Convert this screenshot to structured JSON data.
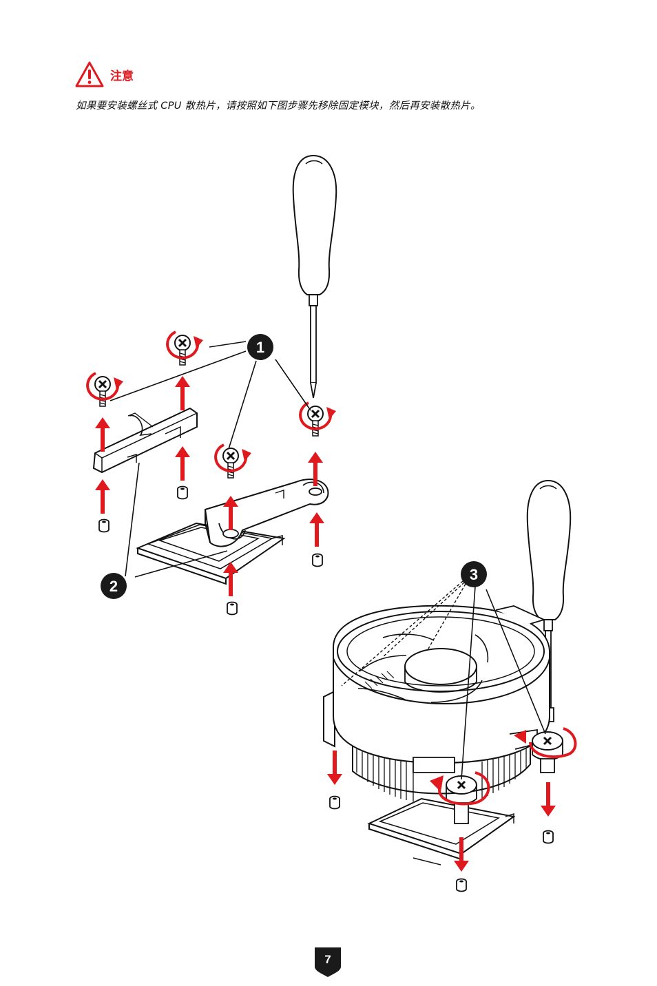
{
  "caution": {
    "title": "注意",
    "text": "如果要安装螺丝式 CPU 散热片，请按照如下图步骤先移除固定模块，然后再安装散热片。"
  },
  "steps": [
    "1",
    "2",
    "3"
  ],
  "page_number": "7",
  "colors": {
    "accent": "#e0191e",
    "line": "#111111",
    "badge": "#1a1a1a"
  },
  "icons": [
    "warning-icon",
    "screwdriver-icon",
    "screw-icon",
    "rotate-arrow-icon",
    "up-arrow-icon",
    "down-arrow-icon",
    "standoff-icon"
  ]
}
